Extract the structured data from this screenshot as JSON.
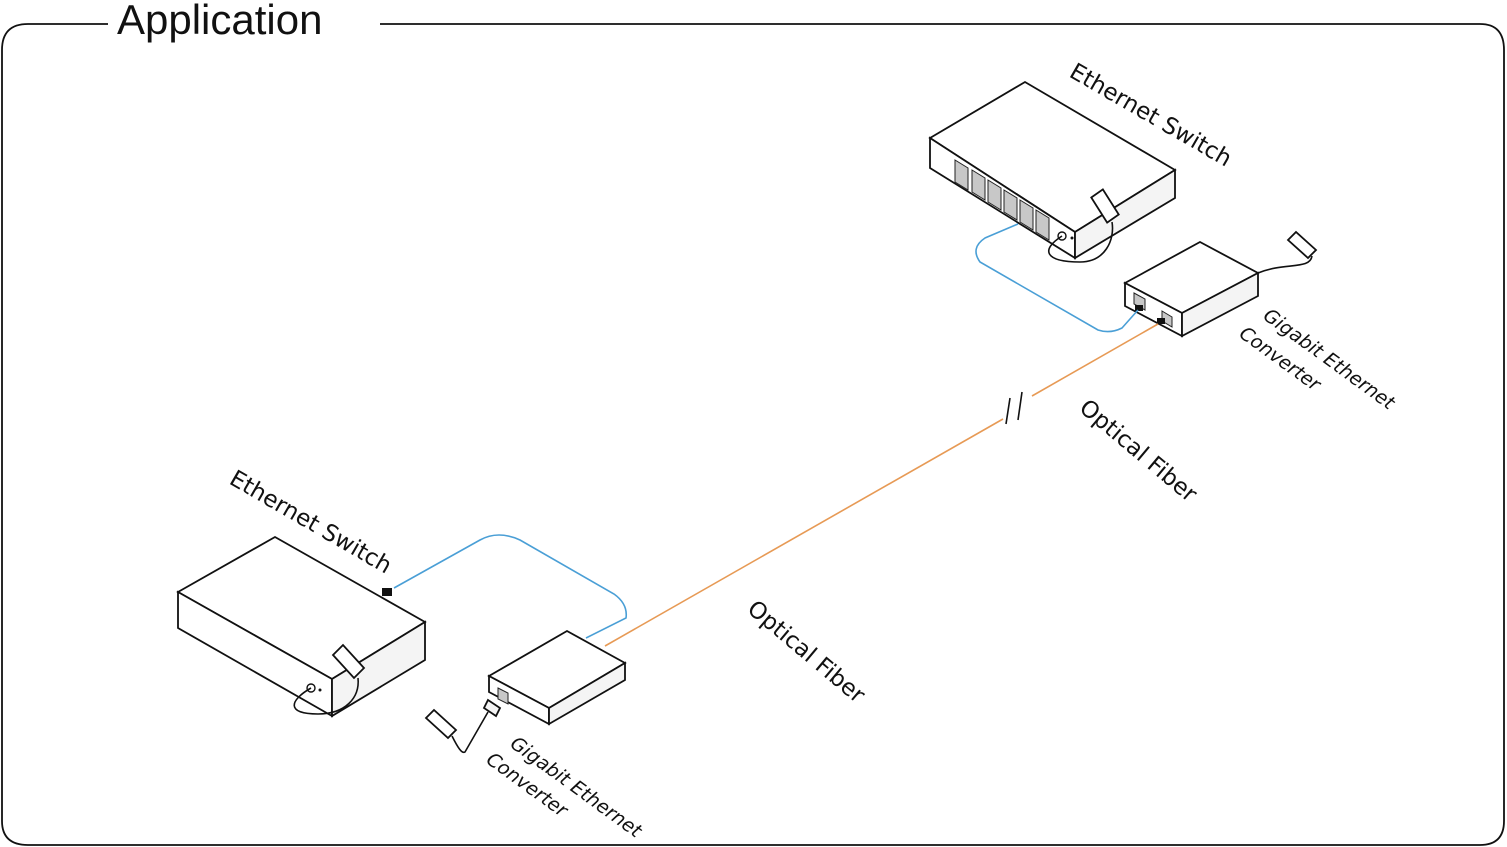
{
  "title": "Application",
  "labels": {
    "switch_top": "Ethernet Switch",
    "switch_bottom": "Ethernet Switch",
    "converter_top_line1": "Gigabit Ethernet",
    "converter_top_line2": "Converter",
    "converter_bottom_line1": "Gigabit Ethernet",
    "converter_bottom_line2": "Converter",
    "fiber_top": "Optical Fiber",
    "fiber_bottom": "Optical Fiber"
  },
  "colors": {
    "utp_cable": "#4a9fd6",
    "fiber_cable": "#e79a55",
    "outline": "#111111"
  }
}
